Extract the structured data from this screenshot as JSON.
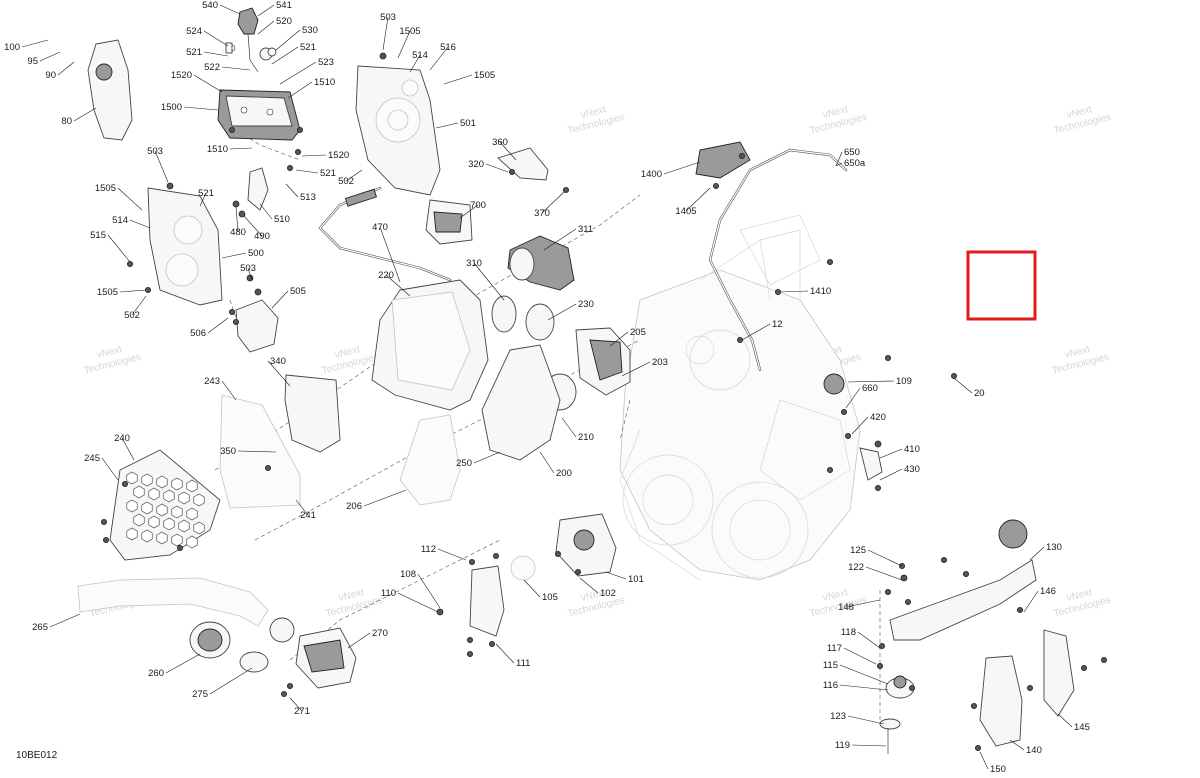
{
  "diagram_code": "10BE012",
  "watermark": [
    "vNext",
    "Technologies"
  ],
  "selection_color": "#e01b1b",
  "callouts": [
    "540",
    "541",
    "520",
    "524",
    "530",
    "521",
    "522",
    "521",
    "523",
    "1520",
    "1510",
    "1500",
    "1510",
    "1520",
    "521",
    "513",
    "510",
    "480",
    "490",
    "100",
    "95",
    "90",
    "80",
    "503",
    "1505",
    "514",
    "516",
    "1505",
    "501",
    "502",
    "503",
    "521",
    "1505",
    "514",
    "515",
    "1505",
    "500",
    "503",
    "505",
    "502",
    "506",
    "360",
    "320",
    "370",
    "700",
    "470",
    "220",
    "310",
    "311",
    "230",
    "205",
    "203",
    "650",
    "650a",
    "1400",
    "1405",
    "1410",
    "12",
    "109",
    "20",
    "660",
    "420",
    "410",
    "430",
    "340",
    "243",
    "240",
    "245",
    "350",
    "241",
    "206",
    "250",
    "200",
    "210",
    "112",
    "108",
    "110",
    "105",
    "102",
    "101",
    "111",
    "265",
    "260",
    "275",
    "270",
    "271",
    "125",
    "122",
    "148",
    "130",
    "146",
    "118",
    "117",
    "115",
    "116",
    "123",
    "119",
    "140",
    "145",
    "150"
  ]
}
